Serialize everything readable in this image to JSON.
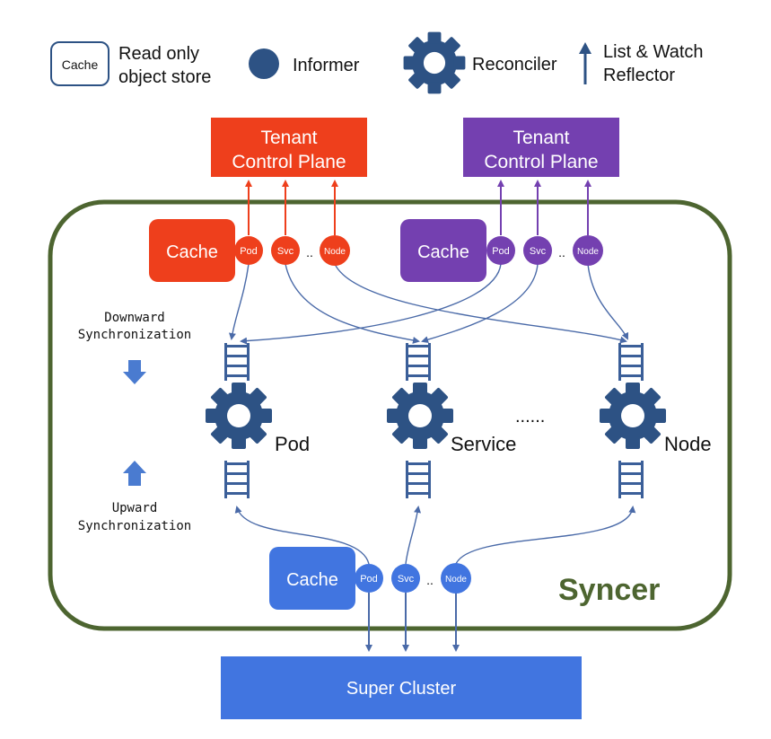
{
  "legend": {
    "cache_box_label": "Cache",
    "cache_desc_line1": "Read only",
    "cache_desc_line2": "object store",
    "informer_label": "Informer",
    "reconciler_label": "Reconciler",
    "listwatch_line1": "List & Watch",
    "listwatch_line2": "Reflector"
  },
  "tenant_left": {
    "title_line1": "Tenant",
    "title_line2": "Control Plane",
    "cache_label": "Cache",
    "informers": [
      "Pod",
      "Svc",
      "Node"
    ],
    "ellipsis": "..",
    "color": "#ee3f1c"
  },
  "tenant_right": {
    "title_line1": "Tenant",
    "title_line2": "Control Plane",
    "cache_label": "Cache",
    "informers": [
      "Pod",
      "Svc",
      "Node"
    ],
    "ellipsis": "..",
    "color": "#7440b0"
  },
  "syncer": {
    "label": "Syncer",
    "border_color": "#4d6530",
    "downward_line1": "Downward",
    "downward_line2": "Synchronization",
    "upward_line1": "Upward",
    "upward_line2": "Synchronization",
    "reconcilers": [
      "Pod",
      "Service",
      "Node"
    ],
    "reconciler_ellipsis": "......",
    "gear_color": "#2d5284"
  },
  "super": {
    "cache_label": "Cache",
    "informers": [
      "Pod",
      "Svc",
      "Node"
    ],
    "ellipsis": "..",
    "cluster_label": "Super Cluster",
    "color": "#4175e0"
  }
}
